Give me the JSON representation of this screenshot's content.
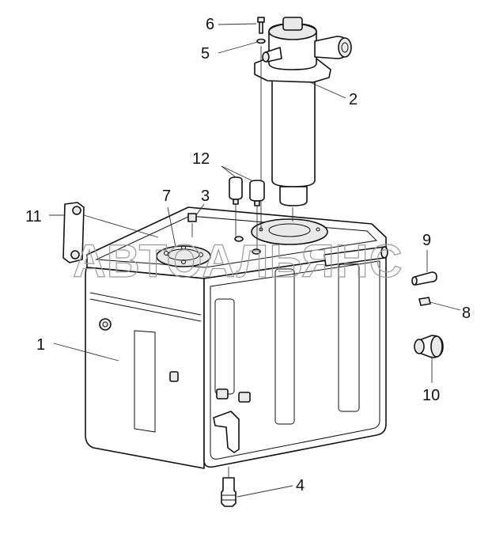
{
  "callouts": {
    "c1": "1",
    "c2": "2",
    "c3": "3",
    "c4": "4",
    "c5": "5",
    "c6": "6",
    "c7": "7",
    "c8": "8",
    "c9": "9",
    "c10": "10",
    "c11": "11",
    "c12": "12"
  },
  "watermark": "АВТОАЛЬЯНС"
}
